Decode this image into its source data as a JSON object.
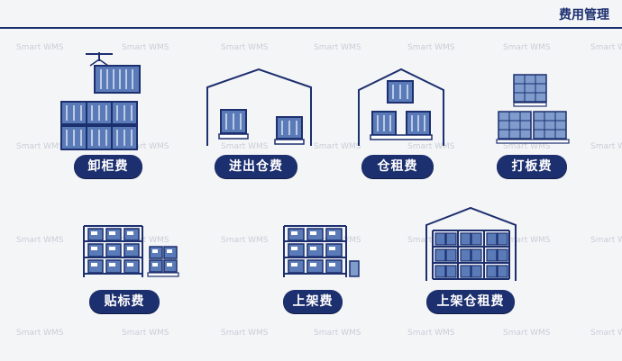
{
  "header": {
    "title": "费用管理"
  },
  "watermark": "Smart WMS",
  "items": [
    {
      "label": "卸柜费",
      "icon": "container-unload-icon"
    },
    {
      "label": "进出仓费",
      "icon": "warehouse-in-out-icon"
    },
    {
      "label": "仓租费",
      "icon": "warehouse-storage-icon"
    },
    {
      "label": "打板费",
      "icon": "palletizing-icon"
    },
    {
      "label": "贴标费",
      "icon": "labeling-icon"
    },
    {
      "label": "上架费",
      "icon": "shelving-icon"
    },
    {
      "label": "上架仓租费",
      "icon": "shelf-storage-icon"
    }
  ],
  "colors": {
    "accent": "#1c2f6f",
    "box_fill": "#5a7bb8",
    "box_light": "#7f9ccd"
  }
}
